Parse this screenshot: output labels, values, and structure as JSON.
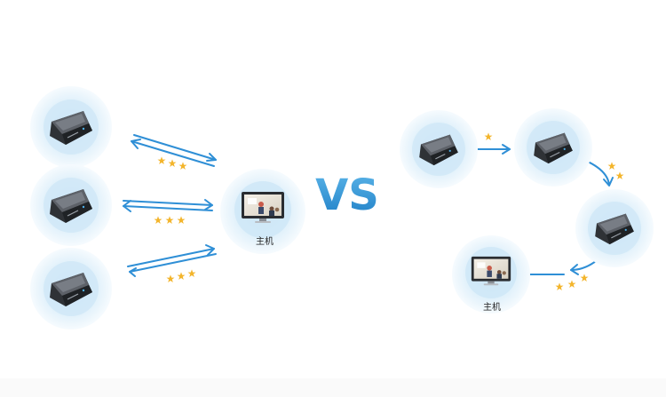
{
  "left_topology": {
    "speakers": [
      "microphone-speaker",
      "microphone-speaker",
      "microphone-speaker"
    ],
    "hub": {
      "label": "主机"
    },
    "link_stars": [
      3,
      3,
      3
    ]
  },
  "vs_label": "VS",
  "right_topology": {
    "speakers": [
      "microphone-speaker",
      "microphone-speaker",
      "microphone-speaker"
    ],
    "hub": {
      "label": "主机"
    },
    "link_stars": [
      1,
      2,
      3
    ]
  },
  "colors": {
    "halo_outer": "#eef6fc",
    "halo_mid": "#dbeefa",
    "halo_inner": "#c3e2f6",
    "arrow": "#2f8fd6",
    "star": "#f3b52c",
    "vs_gradient_top": "#5ab4e8",
    "vs_gradient_bottom": "#1f7fc6",
    "device_body": "#3c3f44",
    "device_top": "#6b6f76",
    "monitor_frame": "#2a2d31"
  }
}
